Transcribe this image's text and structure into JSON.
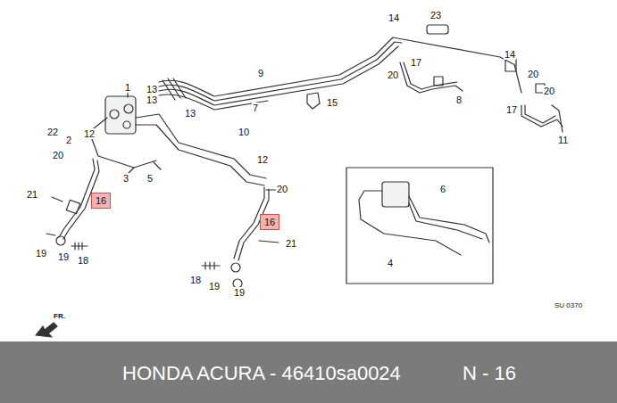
{
  "diagram": {
    "caption": "HONDA ACURA - 46410sa0024",
    "nodes": [
      {
        "text": [
          "16"
        ]
      },
      {
        "text": [
          "16"
        ]
      }
    ],
    "labels": [
      "1",
      "2",
      "3",
      "4",
      "5",
      "6",
      "7",
      "8",
      "9",
      "10",
      "11",
      "12",
      "12",
      "13",
      "13",
      "13",
      "14",
      "14",
      "15",
      "17",
      "17",
      "18",
      "18",
      "19",
      "19",
      "19",
      "19",
      "20",
      "20",
      "20",
      "20",
      "20",
      "21",
      "21",
      "22",
      "23",
      "SU 0370",
      "FR.",
      "N - 16"
    ]
  }
}
